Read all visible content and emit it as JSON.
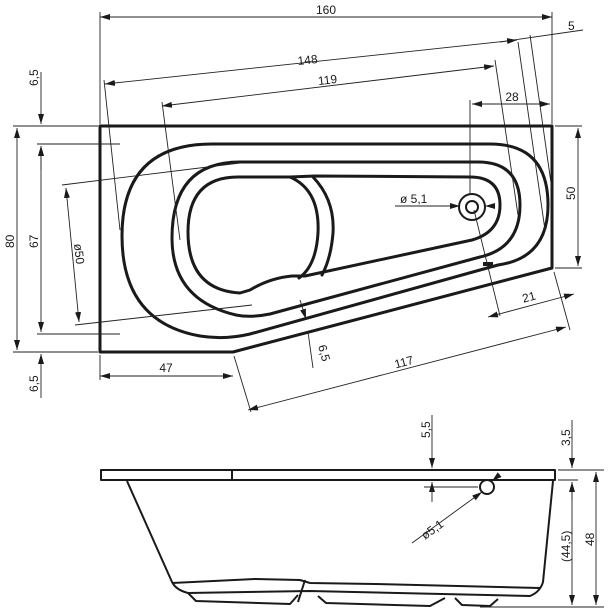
{
  "drawing": {
    "title": "Corner bathtub dimension drawing",
    "units": "cm",
    "stroke_color": "#1a1a1a",
    "background": "#ffffff"
  },
  "plan_view": {
    "dimensions": {
      "overall_length": "160",
      "right_offset": "5",
      "inner_long_length": "148",
      "inner_length": "119",
      "drain_offset": "28",
      "top_rim": "6,5",
      "overall_width": "80",
      "inner_width": "67",
      "bottom_rim": "6,5",
      "left_straight": "47",
      "diagonal_length": "117",
      "diagonal_rim": "6,5",
      "right_end_width": "50",
      "drain_to_end": "21",
      "drain_diameter": "ø 5,1",
      "head_diameter": "ø50"
    }
  },
  "side_view": {
    "dimensions": {
      "overflow_offset": "5,5",
      "rim_thickness": "3,5",
      "inner_depth": "(44,5)",
      "total_height": "48",
      "overflow_diameter": "ø5,1"
    }
  }
}
